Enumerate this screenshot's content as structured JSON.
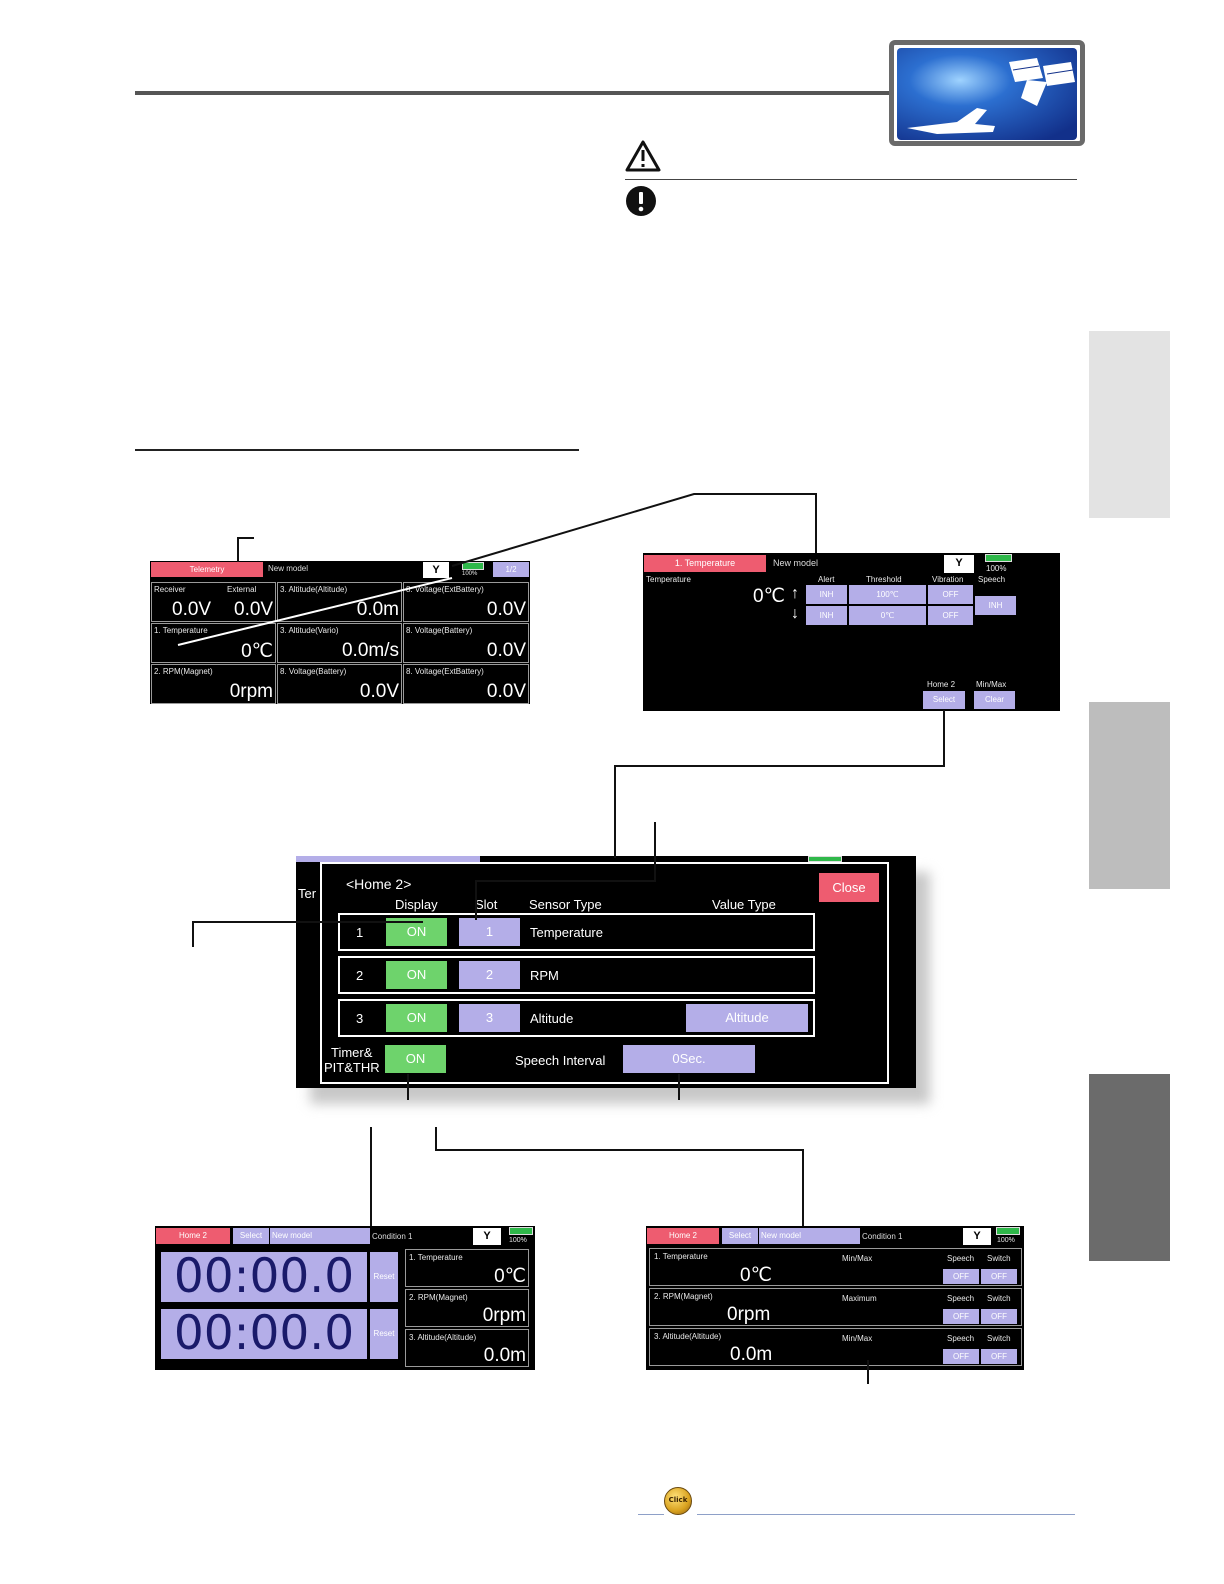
{
  "telemetry_screen": {
    "header": {
      "tab": "Telemetry",
      "model": "New model",
      "battery": "100%",
      "page": "1/2"
    },
    "cells": [
      {
        "label": "Receiver",
        "label2": "External",
        "value": "0.0V",
        "value2": "0.0V"
      },
      {
        "label": "3. Altitude(Altitude)",
        "value": "0.0m"
      },
      {
        "label": "8. Voltage(ExtBattery)",
        "value": "0.0V"
      },
      {
        "label": "1. Temperature",
        "value": "0℃"
      },
      {
        "label": "3. Altitude(Vario)",
        "value": "0.0m/s"
      },
      {
        "label": "8. Voltage(Battery)",
        "value": "0.0V"
      },
      {
        "label": "2. RPM(Magnet)",
        "value": "0rpm"
      },
      {
        "label": "8. Voltage(Battery)",
        "value": "0.0V"
      },
      {
        "label": "8. Voltage(ExtBattery)",
        "value": "0.0V"
      }
    ]
  },
  "temperature_screen": {
    "header": {
      "tab": "1. Temperature",
      "model": "New model",
      "battery": "100%"
    },
    "label": "Temperature",
    "value": "0℃",
    "cols": {
      "alert": "Alert",
      "threshold": "Threshold",
      "vibration": "Vibration",
      "speech": "Speech"
    },
    "row1": {
      "alert": "INH",
      "threshold": "100℃",
      "vibration": "OFF"
    },
    "row2": {
      "alert": "INH",
      "threshold": "0℃",
      "vibration": "OFF"
    },
    "speech_btn": "INH",
    "home2": {
      "label": "Home 2",
      "button": "Select"
    },
    "minmax": {
      "label": "Min/Max",
      "button": "Clear"
    }
  },
  "home2_dialog": {
    "title": "<Home 2>",
    "close": "Close",
    "behind_text": "Ter",
    "headers": {
      "display": "Display",
      "slot": "Slot",
      "sensor": "Sensor Type",
      "value": "Value Type"
    },
    "rows": [
      {
        "num": "1",
        "display": "ON",
        "slot": "1",
        "sensor": "Temperature",
        "value": ""
      },
      {
        "num": "2",
        "display": "ON",
        "slot": "2",
        "sensor": "RPM",
        "value": ""
      },
      {
        "num": "3",
        "display": "ON",
        "slot": "3",
        "sensor": "Altitude",
        "value": "Altitude"
      }
    ],
    "timer_label1": "Timer&",
    "timer_label2": "PIT&THR",
    "timer_btn": "ON",
    "speech_label": "Speech Interval",
    "speech_btn": "0Sec."
  },
  "home_timer_screen": {
    "header": {
      "tab": "Home 2",
      "select": "Select",
      "model": "New model",
      "condition": "Condition 1",
      "battery": "100%"
    },
    "timer1": "00:00.0",
    "timer2": "00:00.0",
    "reset": "Reset",
    "cells": [
      {
        "label": "1. Temperature",
        "value": "0℃"
      },
      {
        "label": "2. RPM(Magnet)",
        "value": "0rpm"
      },
      {
        "label": "3. Altitude(Altitude)",
        "value": "0.0m"
      }
    ]
  },
  "home_sensor_screen": {
    "header": {
      "tab": "Home 2",
      "select": "Select",
      "model": "New model",
      "condition": "Condition 1",
      "battery": "100%"
    },
    "rows": [
      {
        "label": "1. Temperature",
        "mode": "Min/Max",
        "value": "0℃",
        "speech": "Speech",
        "switch": "Switch",
        "speech_btn": "OFF",
        "switch_btn": "OFF"
      },
      {
        "label": "2. RPM(Magnet)",
        "mode": "Maximum",
        "value": "0rpm",
        "speech": "Speech",
        "switch": "Switch",
        "speech_btn": "OFF",
        "switch_btn": "OFF"
      },
      {
        "label": "3. Altitude(Altitude)",
        "mode": "Min/Max",
        "value": "0.0m",
        "speech": "Speech",
        "switch": "Switch",
        "speech_btn": "OFF",
        "switch_btn": "OFF"
      }
    ]
  },
  "footer": {
    "click_icon": "Click"
  },
  "icons": {
    "warning": "warning-triangle-icon",
    "caution": "exclamation-circle-icon",
    "header_logo": "satellite-jet-icon"
  }
}
